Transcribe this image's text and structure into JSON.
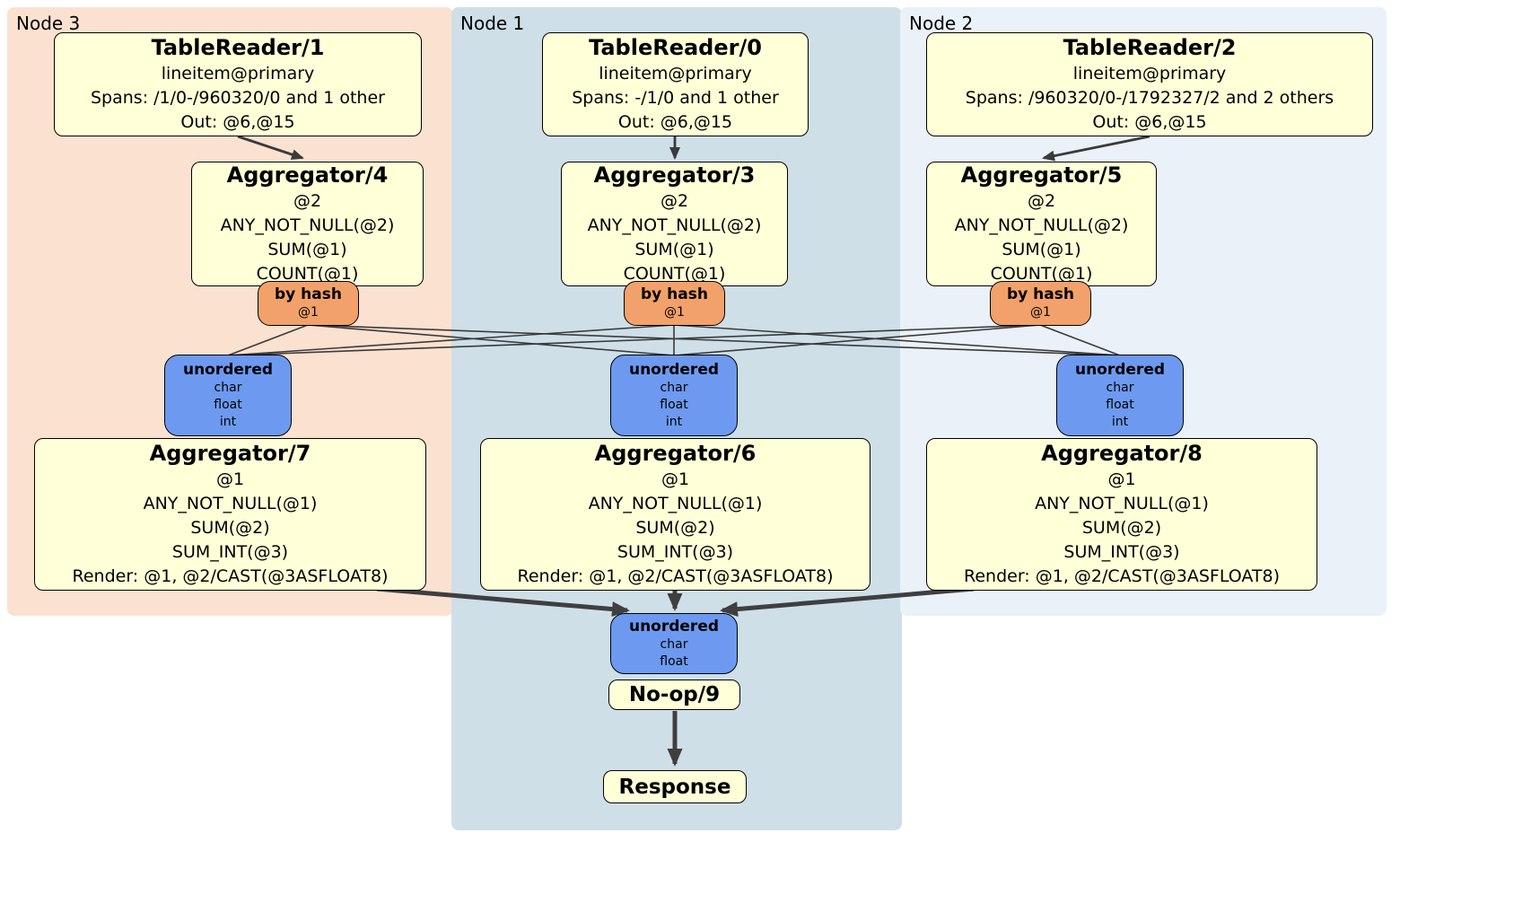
{
  "diagram": {
    "regions": {
      "node3": {
        "label": "Node 3",
        "color": "#fbe1d0"
      },
      "node1": {
        "label": "Node 1",
        "color": "#cedfe8"
      },
      "node2": {
        "label": "Node 2",
        "color": "#eaf1f9"
      }
    },
    "colors": {
      "processor_fill": "#ffffd8",
      "router_fill": "#f2a16b",
      "synchronizer_fill": "#6d9af0",
      "edge": "#3a3a3a"
    },
    "tr1": {
      "title": "TableReader/1",
      "lines": [
        "lineitem@primary",
        "Spans: /1/0-/960320/0 and 1 other",
        "Out: @6,@15"
      ]
    },
    "tr0": {
      "title": "TableReader/0",
      "lines": [
        "lineitem@primary",
        "Spans: -/1/0 and 1 other",
        "Out: @6,@15"
      ]
    },
    "tr2": {
      "title": "TableReader/2",
      "lines": [
        "lineitem@primary",
        "Spans: /960320/0-/1792327/2 and 2 others",
        "Out: @6,@15"
      ]
    },
    "agg4": {
      "title": "Aggregator/4",
      "lines": [
        "@2",
        "ANY_NOT_NULL(@2)",
        "SUM(@1)",
        "COUNT(@1)"
      ]
    },
    "agg3": {
      "title": "Aggregator/3",
      "lines": [
        "@2",
        "ANY_NOT_NULL(@2)",
        "SUM(@1)",
        "COUNT(@1)"
      ]
    },
    "agg5": {
      "title": "Aggregator/5",
      "lines": [
        "@2",
        "ANY_NOT_NULL(@2)",
        "SUM(@1)",
        "COUNT(@1)"
      ]
    },
    "hash3": {
      "title": "by hash",
      "sub": "@1"
    },
    "hash1": {
      "title": "by hash",
      "sub": "@1"
    },
    "hash2": {
      "title": "by hash",
      "sub": "@1"
    },
    "sync3": {
      "title": "unordered",
      "lines": [
        "char",
        "float",
        "int"
      ]
    },
    "sync1": {
      "title": "unordered",
      "lines": [
        "char",
        "float",
        "int"
      ]
    },
    "sync2": {
      "title": "unordered",
      "lines": [
        "char",
        "float",
        "int"
      ]
    },
    "agg7": {
      "title": "Aggregator/7",
      "lines": [
        "@1",
        "ANY_NOT_NULL(@1)",
        "SUM(@2)",
        "SUM_INT(@3)",
        "Render: @1, @2/CAST(@3ASFLOAT8)"
      ]
    },
    "agg6": {
      "title": "Aggregator/6",
      "lines": [
        "@1",
        "ANY_NOT_NULL(@1)",
        "SUM(@2)",
        "SUM_INT(@3)",
        "Render: @1, @2/CAST(@3ASFLOAT8)"
      ]
    },
    "agg8": {
      "title": "Aggregator/8",
      "lines": [
        "@1",
        "ANY_NOT_NULL(@1)",
        "SUM(@2)",
        "SUM_INT(@3)",
        "Render: @1, @2/CAST(@3ASFLOAT8)"
      ]
    },
    "syncFinal": {
      "title": "unordered",
      "lines": [
        "char",
        "float"
      ]
    },
    "noop": {
      "title": "No-op/9"
    },
    "response": {
      "title": "Response"
    }
  }
}
